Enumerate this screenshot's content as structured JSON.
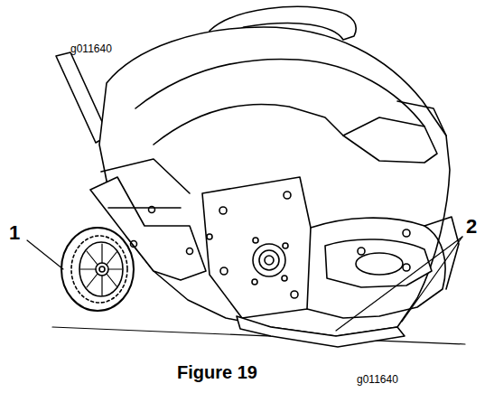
{
  "diagram": {
    "caption": "Figure 19",
    "labels": [
      "g011640",
      "1",
      "2",
      "g011640"
    ]
  }
}
